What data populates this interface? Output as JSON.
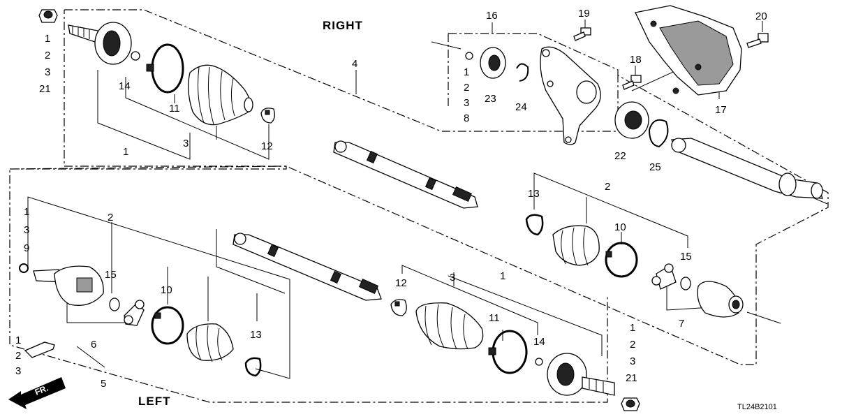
{
  "diagram": {
    "labels": {
      "right": "RIGHT",
      "left": "LEFT",
      "front": "FR.",
      "code": "TL24B2101"
    },
    "callouts": {
      "c_1_2_3_21_top": [
        "1",
        "2",
        "3",
        "21"
      ],
      "c_14_top": "14",
      "c_11_top": "11",
      "c_3_top": "3",
      "c_1_top": "1",
      "c_12_top": "12",
      "c_4": "4",
      "c_16": "16",
      "c_1_2_3_8": [
        "1",
        "2",
        "3",
        "8"
      ],
      "c_23": "23",
      "c_24": "24",
      "c_19": "19",
      "c_18": "18",
      "c_20": "20",
      "c_17": "17",
      "c_22": "22",
      "c_25": "25",
      "c_13_right": "13",
      "c_2_right": "2",
      "c_10_right": "10",
      "c_15_right": "15",
      "c_7": "7",
      "c_1_3_9": [
        "1",
        "3",
        "9"
      ],
      "c_2_left": "2",
      "c_15_left": "15",
      "c_10_left": "10",
      "c_6": "6",
      "c_13_left": "13",
      "c_1_2_3_left": [
        "1",
        "2",
        "3"
      ],
      "c_5": "5",
      "c_12_mid": "12",
      "c_3_mid": "3",
      "c_1_mid": "1",
      "c_11_mid": "11",
      "c_14_mid": "14",
      "c_1_2_3_21_bottom": [
        "1",
        "2",
        "3",
        "21"
      ]
    }
  }
}
